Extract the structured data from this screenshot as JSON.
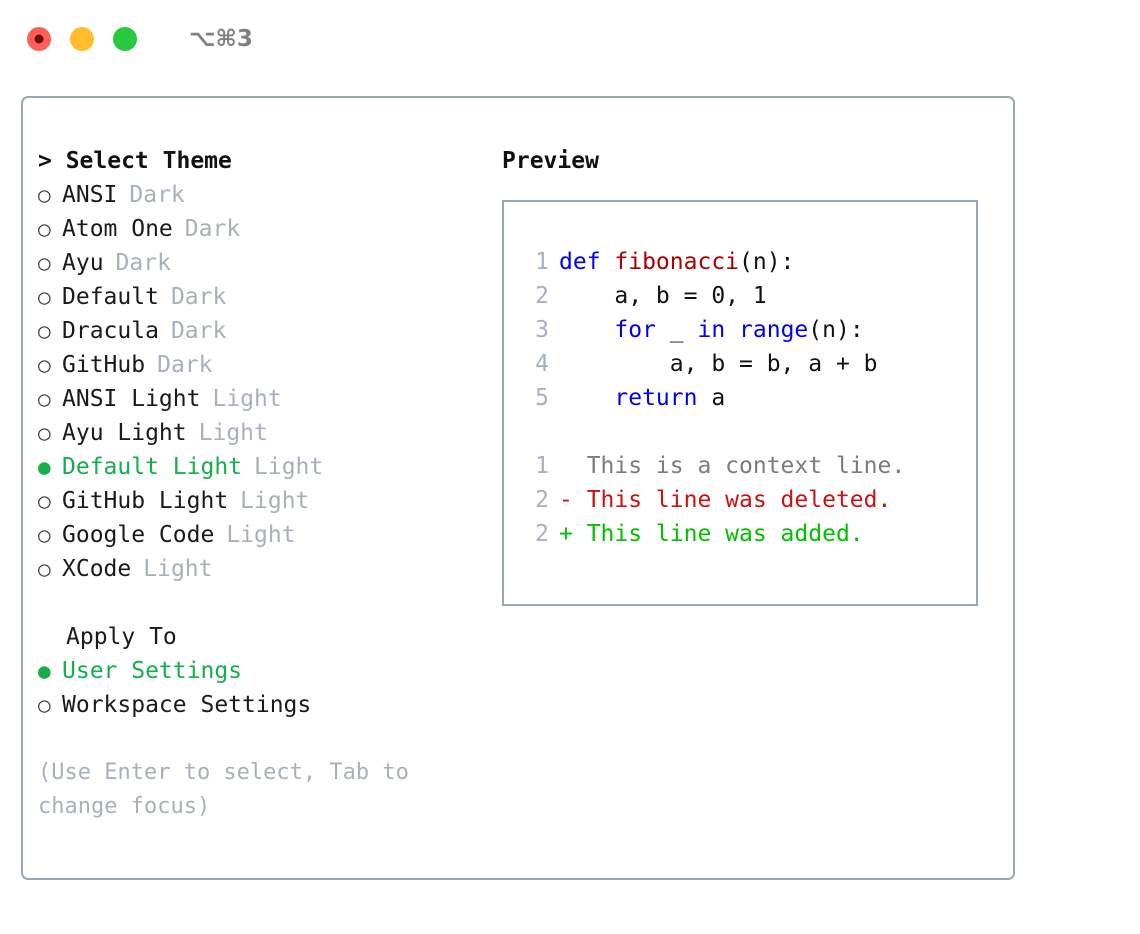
{
  "titlebar": {
    "shortcut": "⌥⌘3",
    "buttons": [
      {
        "name": "close",
        "color": "#FF5F57"
      },
      {
        "name": "minimize",
        "color": "#FFBD2E"
      },
      {
        "name": "maximize",
        "color": "#28C840"
      }
    ]
  },
  "theme_panel": {
    "heading": "> Select Theme",
    "items": [
      {
        "marker": "○",
        "label": "ANSI",
        "tag": "Dark",
        "selected": false
      },
      {
        "marker": "○",
        "label": "Atom One",
        "tag": "Dark",
        "selected": false
      },
      {
        "marker": "○",
        "label": "Ayu",
        "tag": "Dark",
        "selected": false
      },
      {
        "marker": "○",
        "label": "Default",
        "tag": "Dark",
        "selected": false
      },
      {
        "marker": "○",
        "label": "Dracula",
        "tag": "Dark",
        "selected": false
      },
      {
        "marker": "○",
        "label": "GitHub",
        "tag": "Dark",
        "selected": false
      },
      {
        "marker": "○",
        "label": "ANSI Light",
        "tag": "Light",
        "selected": false
      },
      {
        "marker": "○",
        "label": "Ayu Light",
        "tag": "Light",
        "selected": false
      },
      {
        "marker": "●",
        "label": "Default Light",
        "tag": "Light",
        "selected": true
      },
      {
        "marker": "○",
        "label": "GitHub Light",
        "tag": "Light",
        "selected": false
      },
      {
        "marker": "○",
        "label": "Google Code",
        "tag": "Light",
        "selected": false
      },
      {
        "marker": "○",
        "label": "XCode",
        "tag": "Light",
        "selected": false
      }
    ]
  },
  "apply_to": {
    "heading": "Apply To",
    "items": [
      {
        "marker": "●",
        "label": "User Settings",
        "selected": true
      },
      {
        "marker": "○",
        "label": "Workspace Settings",
        "selected": false
      }
    ]
  },
  "hint": "(Use Enter to select, Tab to change focus)",
  "preview": {
    "heading": "Preview",
    "code_lines": [
      {
        "num": "1",
        "tokens": [
          {
            "t": "def ",
            "c": "kw"
          },
          {
            "t": "fibonacci",
            "c": "fn"
          },
          {
            "t": "(n):",
            "c": "plain-code"
          }
        ]
      },
      {
        "num": "2",
        "tokens": [
          {
            "t": "    a, b = 0, 1",
            "c": "plain-code"
          }
        ]
      },
      {
        "num": "3",
        "tokens": [
          {
            "t": "    ",
            "c": "plain-code"
          },
          {
            "t": "for",
            "c": "kw"
          },
          {
            "t": " _ ",
            "c": "plain-code"
          },
          {
            "t": "in",
            "c": "kw"
          },
          {
            "t": " ",
            "c": "plain-code"
          },
          {
            "t": "range",
            "c": "kw"
          },
          {
            "t": "(n):",
            "c": "plain-code"
          }
        ]
      },
      {
        "num": "4",
        "tokens": [
          {
            "t": "        a, b = b, a + b",
            "c": "plain-code"
          }
        ]
      },
      {
        "num": "5",
        "tokens": [
          {
            "t": "    ",
            "c": "plain-code"
          },
          {
            "t": "return",
            "c": "kw"
          },
          {
            "t": " a",
            "c": "plain-code"
          }
        ]
      }
    ],
    "diff_lines": [
      {
        "num": "1",
        "text": "  This is a context line.",
        "c": "diff-ctx"
      },
      {
        "num": "2",
        "text": "- This line was deleted.",
        "c": "diff-del"
      },
      {
        "num": "2",
        "text": "+ This line was added.",
        "c": "diff-add"
      }
    ]
  },
  "colors": {
    "accent_green": "#14AE4B",
    "border": "#9BA6B8",
    "muted": "#A8B0BE",
    "keyword": "#0000EE",
    "function": "#AA0000",
    "diff_added": "#00C000",
    "diff_deleted": "#CC1111"
  }
}
